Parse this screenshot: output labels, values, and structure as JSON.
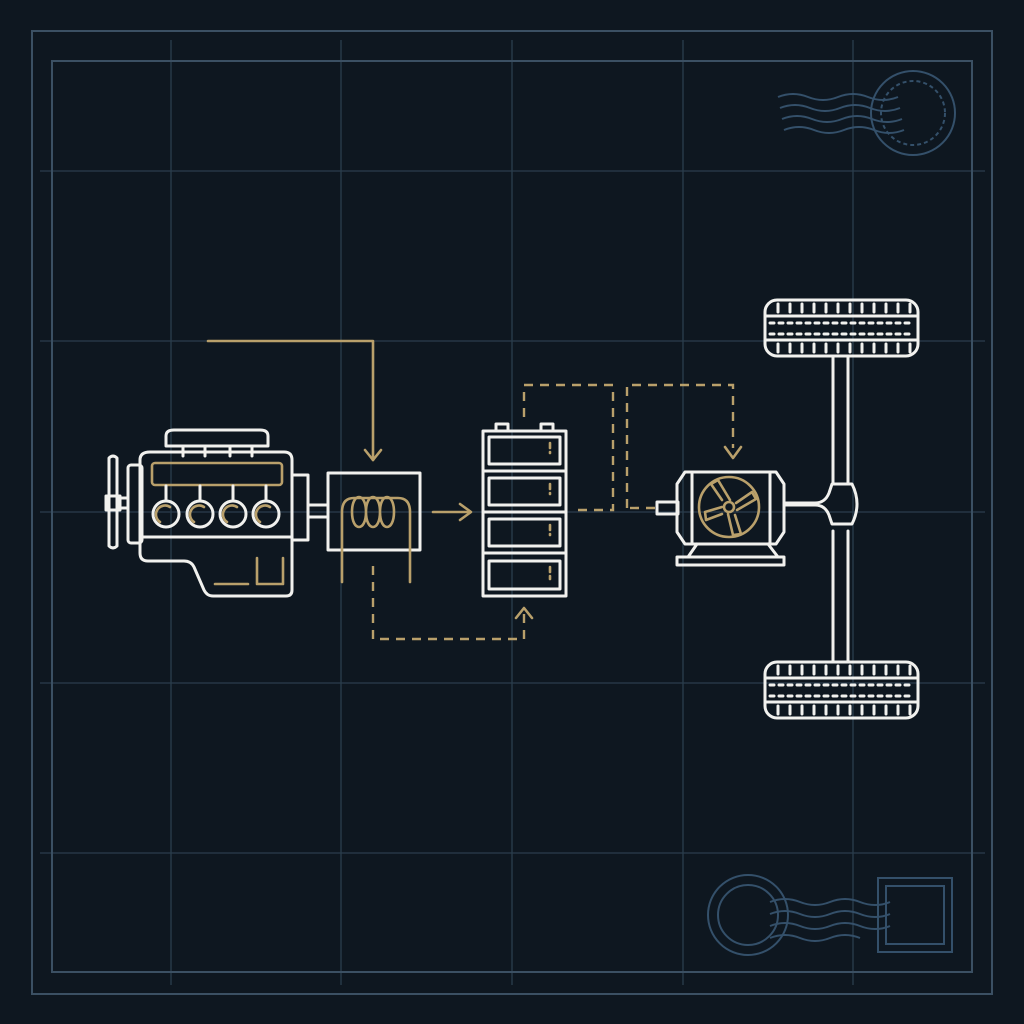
{
  "diagram": {
    "colors": {
      "background": "#0e1720",
      "grid": "#2b3d4d",
      "outline": "#f1f1ee",
      "accent": "#b9a06b",
      "stamp": "#34506a"
    },
    "components": [
      {
        "id": "engine",
        "icon": "engine-icon"
      },
      {
        "id": "generator",
        "icon": "generator-coil-icon"
      },
      {
        "id": "battery",
        "icon": "battery-pack-icon"
      },
      {
        "id": "electric-motor",
        "icon": "electric-motor-icon"
      },
      {
        "id": "drive-axle",
        "icon": "axle-wheels-icon"
      }
    ],
    "connections": [
      {
        "from": "input",
        "to": "generator",
        "style": "solid"
      },
      {
        "from": "generator",
        "to": "battery",
        "style": "solid"
      },
      {
        "from": "generator",
        "to": "battery",
        "style": "dashed"
      },
      {
        "from": "battery",
        "to": "electric-motor",
        "style": "dashed"
      }
    ],
    "decorations": [
      "postmark-stamp-icon",
      "postage-stamp-icon"
    ]
  }
}
